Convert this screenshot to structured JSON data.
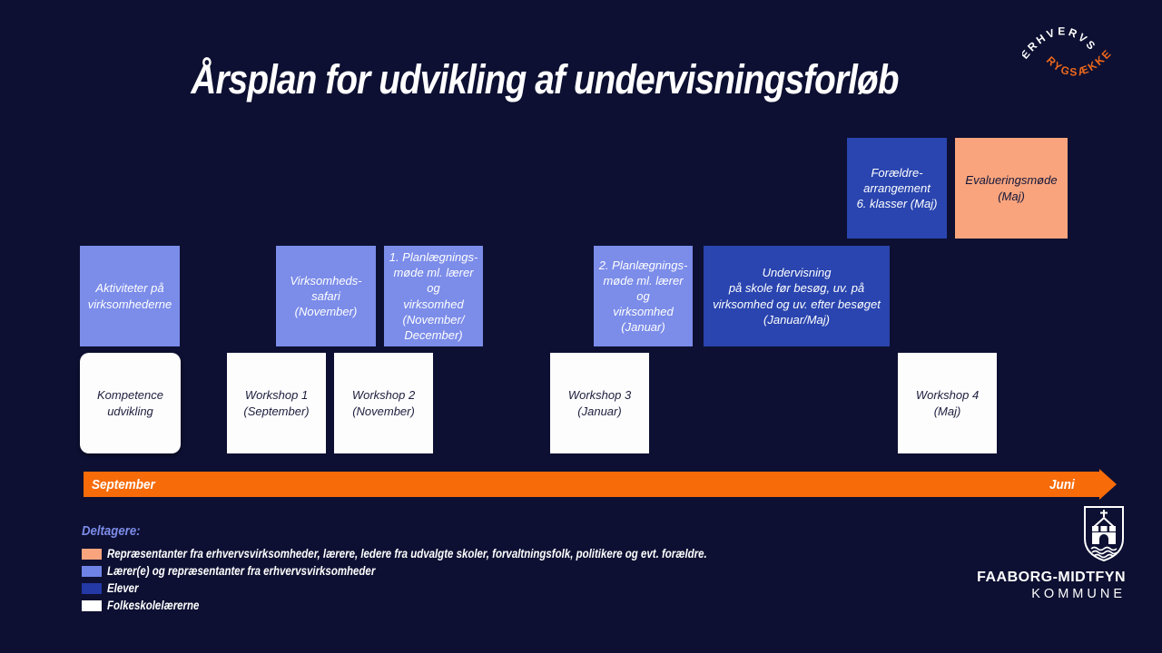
{
  "slide": {
    "title": "Årsplan for udvikling af undervisningsforløb"
  },
  "badge": {
    "arc_top": "ERHVERVS",
    "arc_bottom": "RYGSÆKKEN"
  },
  "boxes": [
    {
      "id": "foraeldre-arrangement",
      "label": "Forældre-\narrangement\n6. klasser (Maj)",
      "color": "#2a45af"
    },
    {
      "id": "evalueringsmoede",
      "label": "Evalueringsmøde\n(Maj)",
      "color": "#f9a47d"
    },
    {
      "id": "aktiviteter",
      "label": "Aktiviteter på\nvirksomhederne",
      "color": "#7b8ce9"
    },
    {
      "id": "virksomhedssafari",
      "label": "Virksomheds-\nsafari\n(November)",
      "color": "#7b8ce9"
    },
    {
      "id": "planlaegningsmoede-1",
      "label": "1. Planlægnings-\nmøde ml. lærer og\nvirksomhed\n(November/\nDecember)",
      "color": "#7b8ce9"
    },
    {
      "id": "planlaegningsmoede-2",
      "label": "2. Planlægnings-\nmøde ml. lærer og\nvirksomhed\n(Januar)",
      "color": "#7b8ce9"
    },
    {
      "id": "undervisning",
      "label": "Undervisning\npå skole før besøg, uv. på\nvirksomhed og uv. efter besøget\n(Januar/Maj)",
      "color": "#2a45af"
    },
    {
      "id": "kompetenceudvikling",
      "label": "Kompetence\nudvikling",
      "color": "#fdfdfd"
    },
    {
      "id": "workshop-1",
      "label": "Workshop 1\n(September)",
      "color": "#fdfdfd"
    },
    {
      "id": "workshop-2",
      "label": "Workshop 2\n(November)",
      "color": "#fdfdfd"
    },
    {
      "id": "workshop-3",
      "label": "Workshop 3\n(Januar)",
      "color": "#fdfdfd"
    },
    {
      "id": "workshop-4",
      "label": "Workshop 4\n(Maj)",
      "color": "#fdfdfd"
    }
  ],
  "timeline": {
    "start": "September",
    "end": "Juni",
    "color": "#f76b09"
  },
  "legend": {
    "heading": "Deltagere:",
    "items": [
      {
        "swatch": "#f9a47d",
        "label": "Repræsentanter fra erhvervsvirksomheder, lærere, ledere fra udvalgte skoler, forvaltningsfolk, politikere og evt. forældre."
      },
      {
        "swatch": "#6f83e6",
        "label": "Lærer(e) og repræsentanter fra erhvervsvirksomheder"
      },
      {
        "swatch": "#2438a6",
        "label": "Elever"
      },
      {
        "swatch": "#ffffff",
        "label": "Folkeskolelærerne"
      }
    ]
  },
  "municipality": {
    "name": "FAABORG-MIDTFYN",
    "type": "KOMMUNE"
  },
  "colors": {
    "background": "#0d1032",
    "periwinkle": "#7b8ce9",
    "blue": "#2a45af",
    "salmon": "#f9a47d",
    "orange": "#f76b09",
    "white_box": "#fdfdfd"
  }
}
